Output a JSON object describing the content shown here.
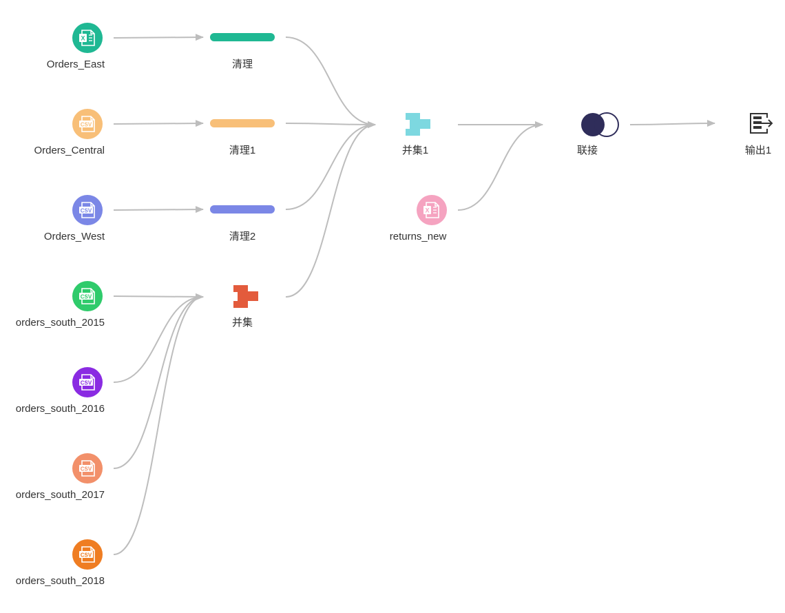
{
  "colors": {
    "edge": "#bdbdbd",
    "orders_east": "#1fb893",
    "orders_central": "#f8bf78",
    "orders_west": "#7b87e6",
    "orders_south_2015": "#2fcb6b",
    "orders_south_2016": "#8a2be2",
    "orders_south_2017": "#f2906a",
    "orders_south_2018": "#ef7d22",
    "clean": "#1fb893",
    "clean1": "#f8bf78",
    "clean2": "#7b87e6",
    "union": "#e35b3c",
    "union1": "#7dd8e0",
    "returns_new": "#f5a3c0",
    "join_fill": "#2f2d5a",
    "join_stroke": "#2f2d5a",
    "output": "#333333"
  },
  "nodes": {
    "orders_east": {
      "label": "Orders_East",
      "icon": "excel-file-icon",
      "badge": "X"
    },
    "orders_central": {
      "label": "Orders_Central",
      "icon": "csv-file-icon",
      "badge": "CSV"
    },
    "orders_west": {
      "label": "Orders_West",
      "icon": "csv-file-icon",
      "badge": "CSV"
    },
    "orders_south_2015": {
      "label": "orders_south_2015",
      "icon": "csv-file-icon",
      "badge": "CSV"
    },
    "orders_south_2016": {
      "label": "orders_south_2016",
      "icon": "csv-file-icon",
      "badge": "CSV"
    },
    "orders_south_2017": {
      "label": "orders_south_2017",
      "icon": "csv-file-icon",
      "badge": "CSV"
    },
    "orders_south_2018": {
      "label": "orders_south_2018",
      "icon": "csv-file-icon",
      "badge": "CSV"
    },
    "clean": {
      "label": "清理",
      "icon": "clean-step-icon"
    },
    "clean1": {
      "label": "清理1",
      "icon": "clean-step-icon"
    },
    "clean2": {
      "label": "清理2",
      "icon": "clean-step-icon"
    },
    "union": {
      "label": "并集",
      "icon": "union-icon"
    },
    "union1": {
      "label": "并集1",
      "icon": "union-icon"
    },
    "returns_new": {
      "label": "returns_new",
      "icon": "excel-file-icon",
      "badge": "X"
    },
    "join": {
      "label": "联接",
      "icon": "join-icon"
    },
    "output1": {
      "label": "输出1",
      "icon": "output-icon"
    }
  },
  "edges": [
    {
      "from": "orders_east",
      "to": "clean"
    },
    {
      "from": "orders_central",
      "to": "clean1"
    },
    {
      "from": "orders_west",
      "to": "clean2"
    },
    {
      "from": "orders_south_2015",
      "to": "union"
    },
    {
      "from": "orders_south_2016",
      "to": "union"
    },
    {
      "from": "orders_south_2017",
      "to": "union"
    },
    {
      "from": "orders_south_2018",
      "to": "union"
    },
    {
      "from": "clean",
      "to": "union1"
    },
    {
      "from": "clean1",
      "to": "union1"
    },
    {
      "from": "clean2",
      "to": "union1"
    },
    {
      "from": "union",
      "to": "union1"
    },
    {
      "from": "union1",
      "to": "join"
    },
    {
      "from": "returns_new",
      "to": "join"
    },
    {
      "from": "join",
      "to": "output1"
    }
  ]
}
